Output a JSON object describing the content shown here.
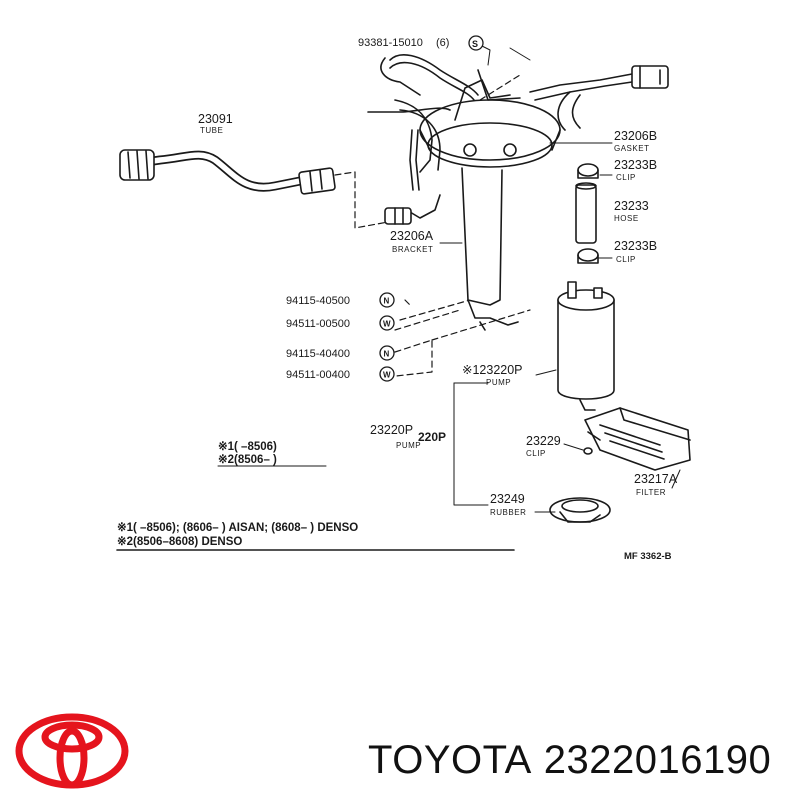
{
  "labels": {
    "top_part": "93381-15010",
    "top_qty": "(6)",
    "top_symbol": "S",
    "tube_no": "23091",
    "tube_name": "TUBE",
    "gasket_no": "23206B",
    "gasket_name": "GASKET",
    "clip_upper_no": "23233B",
    "clip_upper_name": "CLIP",
    "hose_no": "23233",
    "hose_name": "HOSE",
    "clip_lower_no": "23233B",
    "clip_lower_name": "CLIP",
    "bracket_no": "23206A",
    "bracket_name": "BRACKET",
    "nut1_part": "94115-40500",
    "washer1_part": "94511-00500",
    "nut2_part": "94115-40400",
    "washer2_part": "94511-00400",
    "nut_symbol": "N",
    "washer_symbol": "W",
    "pump1_no": "※123220P",
    "pump1_name": "PUMP",
    "pump2_no": "23220P",
    "pump2_overlay": "220P",
    "pump2_name": "PUMP",
    "clip_small_no": "23229",
    "clip_small_name": "CLIP",
    "filter_no": "23217A",
    "filter_name": "FILTER",
    "rubber_no": "23249",
    "rubber_name": "RUBBER",
    "code": "MF  3362-B"
  },
  "notes": {
    "small_line1": "※1(      –8506)",
    "small_line2": "※2(8506–        )",
    "main_line1": "※1(      –8506); (8606–        ) AISAN; (8608–        ) DENSO",
    "main_line2": "※2(8506–8608) DENSO"
  },
  "brand": {
    "name": "TOYOTA",
    "part_number": "2322016190",
    "logo_color": "#e5141d"
  }
}
